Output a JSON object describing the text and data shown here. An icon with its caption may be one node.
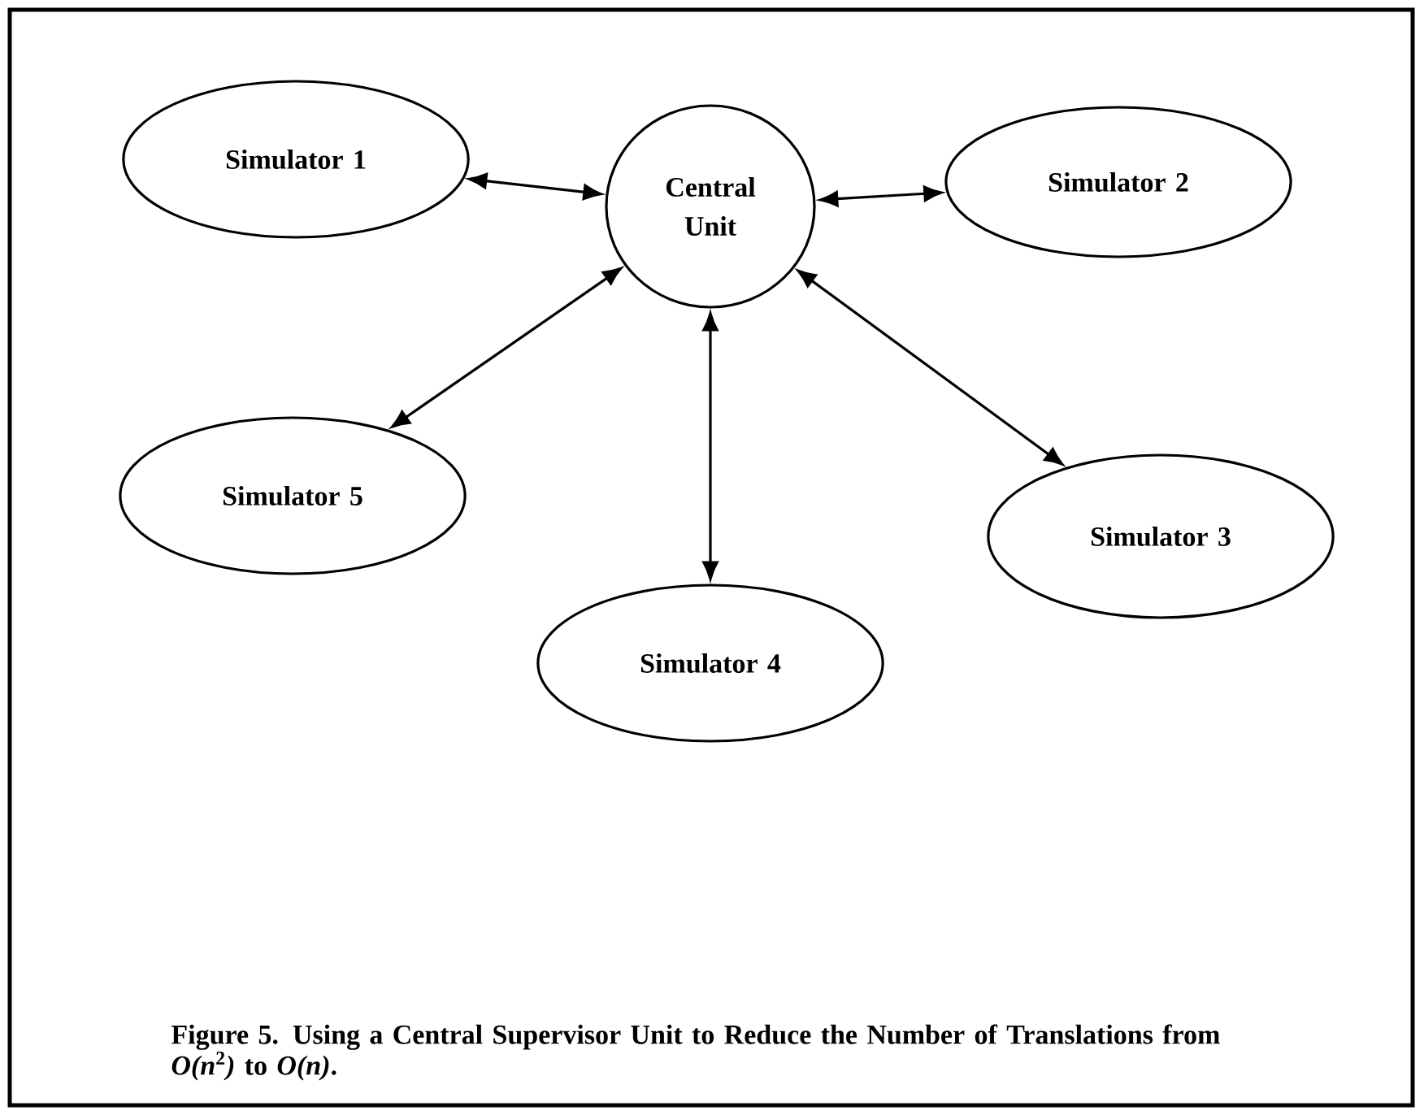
{
  "diagram": {
    "caption": "Figure 5.  Using a Central Supervisor Unit to Reduce the Number of Translations from *O(n*$^{2}$*)* to *O(n)*.",
    "nodes": [
      {
        "text": [
          "Simulator 1"
        ]
      },
      {
        "text": [
          "Simulator 2"
        ]
      },
      {
        "text": [
          "Central Unit"
        ]
      },
      {
        "text": [
          "Simulator 5"
        ]
      },
      {
        "text": [
          "Simulator 3"
        ]
      },
      {
        "text": [
          "Simulator 4"
        ]
      }
    ],
    "edges": [
      {
        "from": 0,
        "to": 2,
        "arrow": "both"
      },
      {
        "from": 1,
        "to": 2,
        "arrow": "both"
      },
      {
        "from": 3,
        "to": 2,
        "arrow": "both"
      },
      {
        "from": 4,
        "to": 2,
        "arrow": "both"
      },
      {
        "from": 5,
        "to": 2,
        "arrow": "both"
      }
    ]
  }
}
